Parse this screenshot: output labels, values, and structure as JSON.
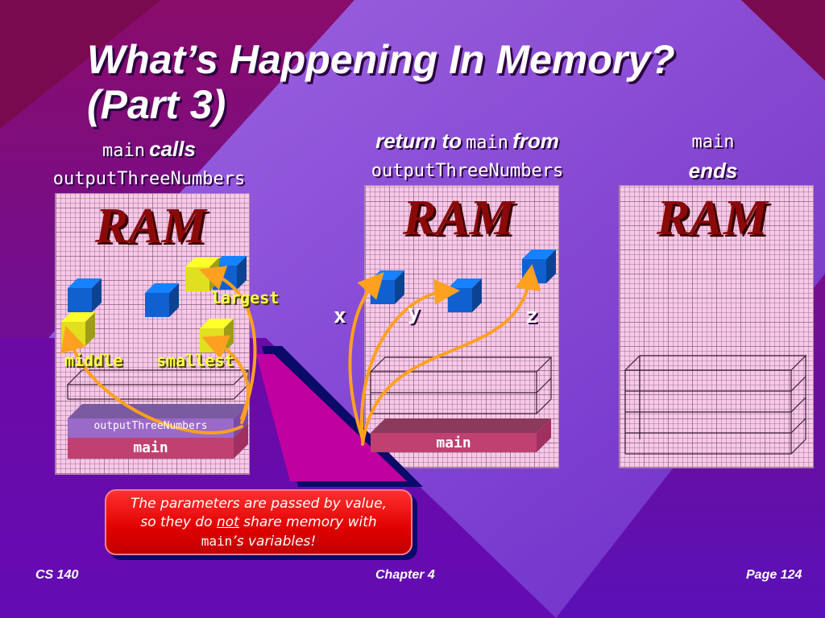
{
  "slide": {
    "title_line1": "What’s Happening In Memory?",
    "title_line2": "(Part 3)"
  },
  "panel1": {
    "caption_code1": "main",
    "caption_italic": "calls",
    "caption_code2": "outputThreeNumbers",
    "ram_label": "RAM",
    "var_largest": "largest",
    "var_middle": "middle",
    "var_smallest": "smallest",
    "frame_top": "outputThreeNumbers",
    "frame_bottom": "main"
  },
  "panel2": {
    "caption_italic1": "return to",
    "caption_code1": "main",
    "caption_italic2": "from",
    "caption_code2": "outputThreeNumbers",
    "ram_label": "RAM",
    "var_x": "x",
    "var_y": "y",
    "var_z": "z",
    "frame_bottom": "main"
  },
  "panel3": {
    "caption_code": "main",
    "caption_italic": "ends",
    "ram_label": "RAM"
  },
  "callout": {
    "line1": "The parameters are passed by value,",
    "line2_pre": "so they do ",
    "line2_emph": "not",
    "line2_post": " share memory with",
    "line3_code": "main",
    "line3_post": "’s variables!"
  },
  "footer": {
    "left": "CS 140",
    "center": "Chapter 4",
    "right": "Page 124"
  },
  "colors": {
    "background": "#6a0aa8",
    "ram_panel": "#f8c8e8",
    "ram_text": "#8a0a0a",
    "cube_blue": "#1060d0",
    "cube_yellow": "#e0e020",
    "arrow": "#ffa020",
    "frame_purple": "#9a6ac8",
    "frame_red": "#c04070",
    "callout": "#e00000"
  }
}
